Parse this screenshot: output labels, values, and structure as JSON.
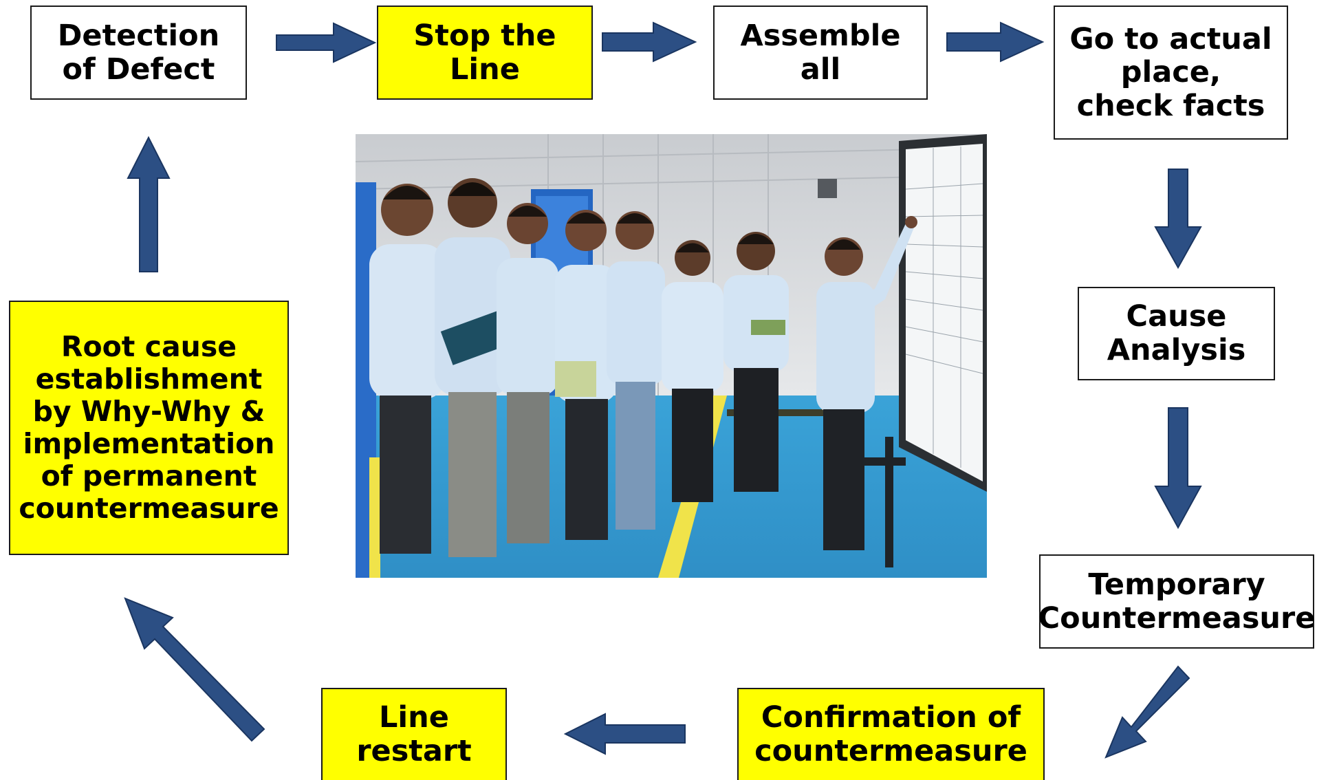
{
  "colors": {
    "arrow_fill": "#2c4f84",
    "arrow_stroke": "#1a3560",
    "highlight_box": "#ffff00",
    "plain_box": "#ffffff"
  },
  "steps": {
    "detection": "Detection\nof Defect",
    "stop_line": "Stop the\nLine",
    "assemble": "Assemble\nall",
    "go_to_place": "Go to actual\nplace,\ncheck facts",
    "cause_analysis": "Cause\nAnalysis",
    "temporary_countermeasure": "Temporary\nCountermeasure",
    "confirmation": "Confirmation  of\ncountermeasure",
    "line_restart": "Line\nrestart",
    "root_cause": "Root cause\nestablishment\nby Why-Why &\nimplementation\nof permanent\ncountermeasure"
  },
  "photo": {
    "description_icon": "team-at-whiteboard-photo"
  }
}
